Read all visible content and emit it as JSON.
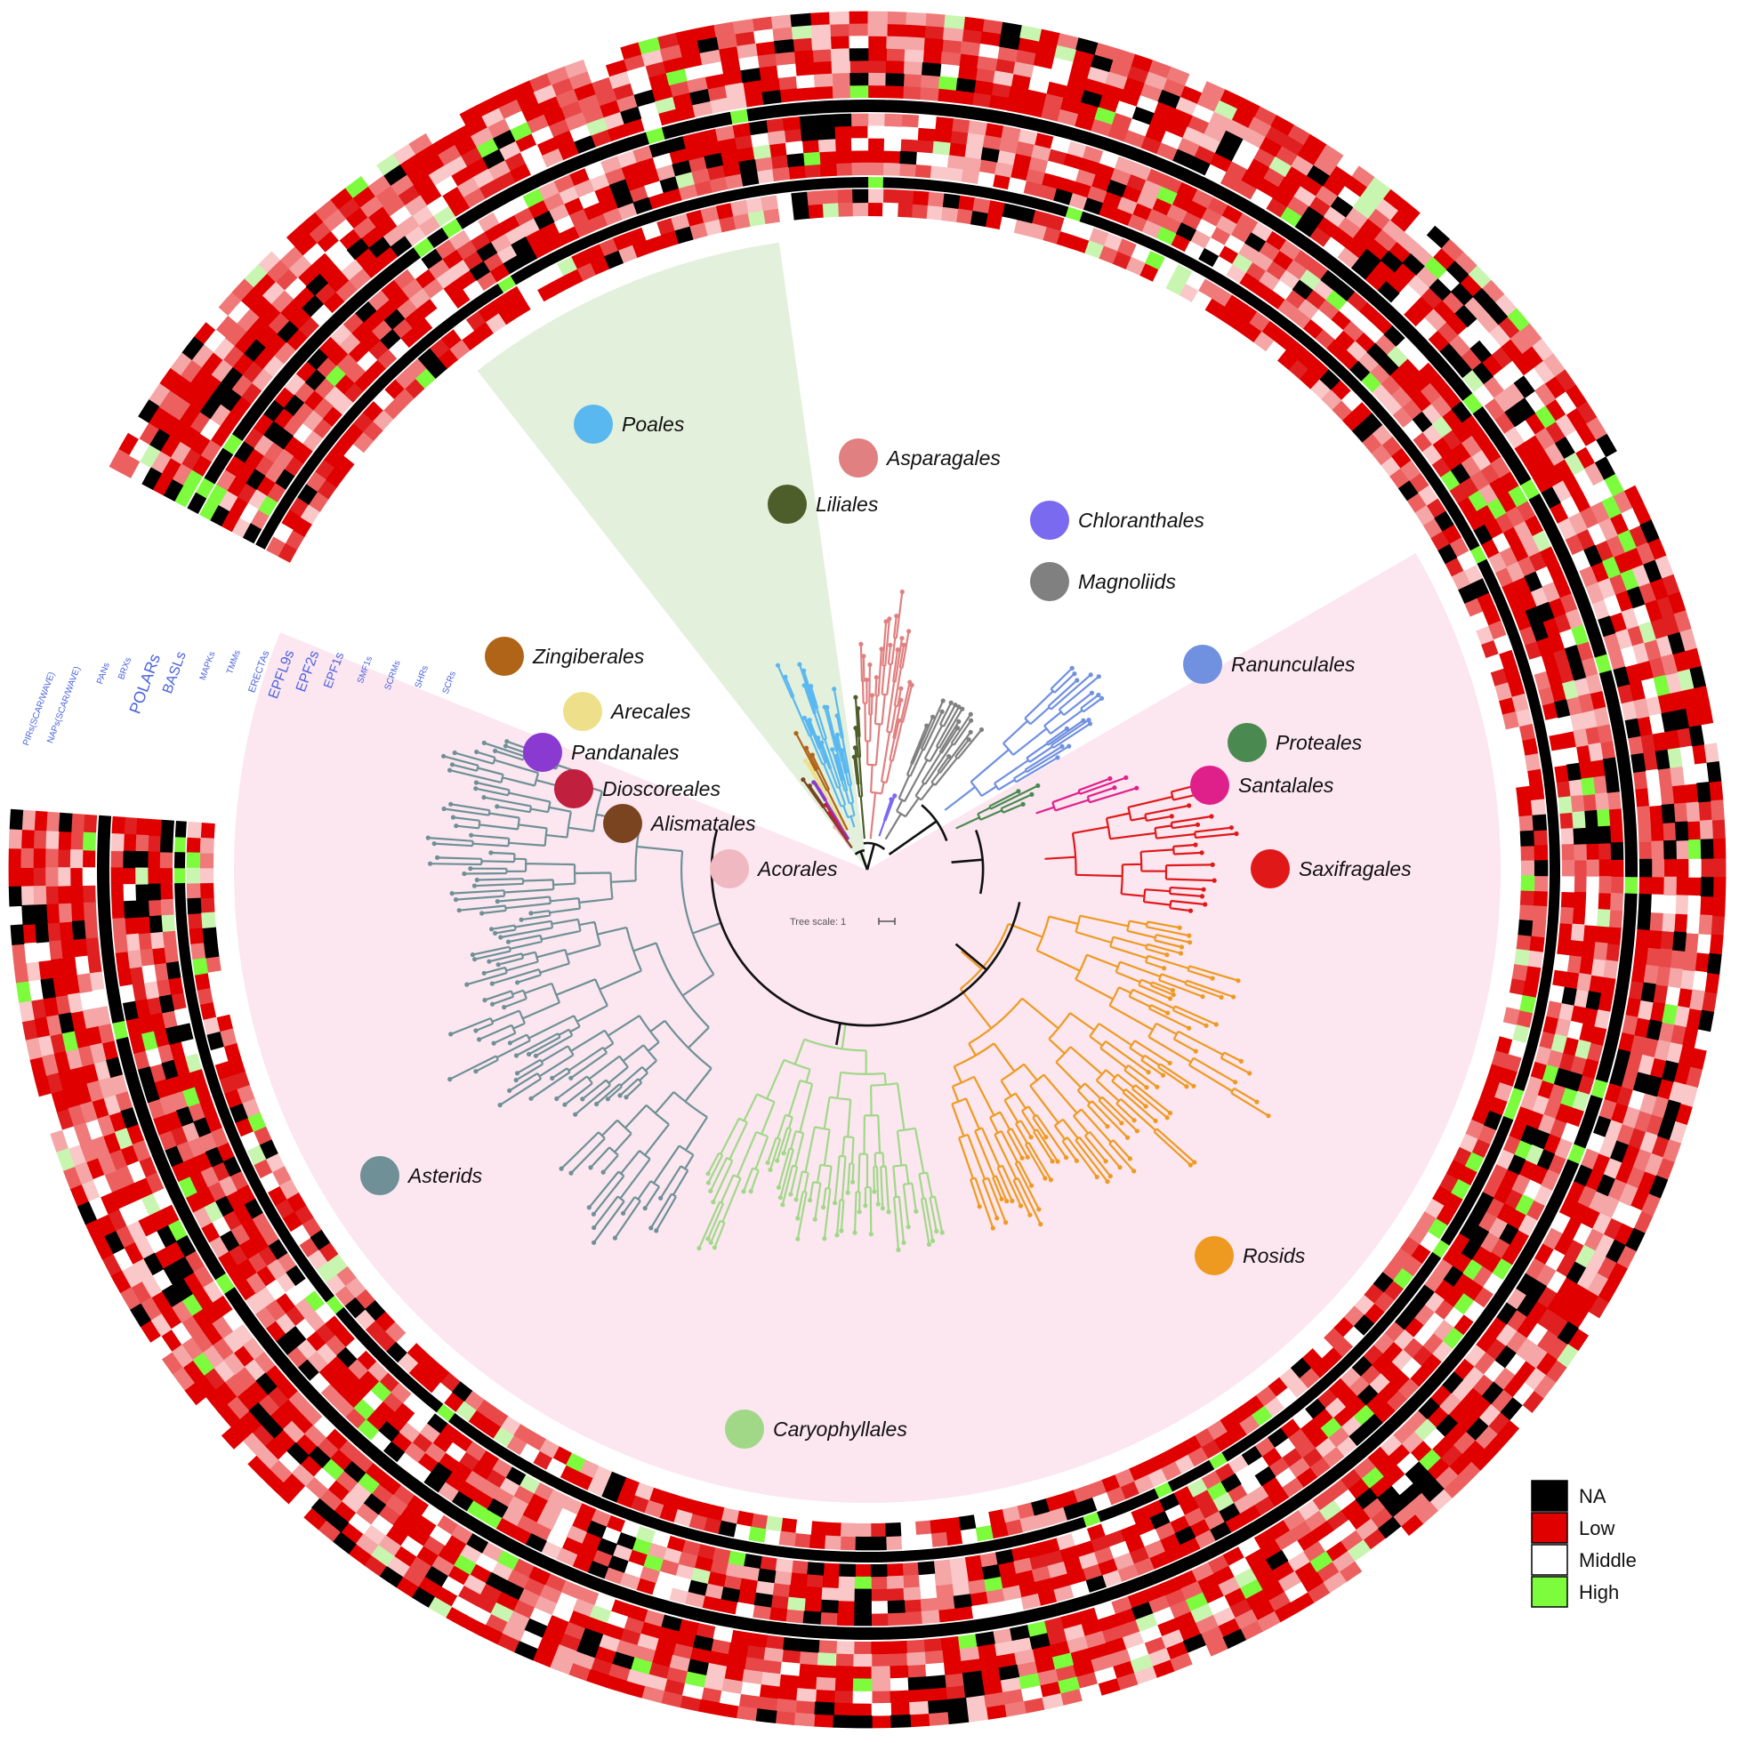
{
  "tree_scale_label": "Tree scale: 1",
  "colors": {
    "na": "#000000",
    "low": "#e00000",
    "middle": "#ffffff",
    "high": "#7cfc3c",
    "monocot_wedge": "#e3f0dc",
    "eudicot_wedge": "#fce6f0"
  },
  "track_labels": [
    "PIRs(SCAR/WAVE)",
    "NAPs(SCAR/WAVE)",
    "PANs",
    "BRXs",
    "POLARs",
    "BASLs",
    "MAPKs",
    "TMMs",
    "ERECTAs",
    "EPFL9s",
    "EPF2s",
    "EPF1s",
    "SMF1s",
    "SCRMs",
    "SHRs",
    "SCRs"
  ],
  "clades": [
    {
      "name": "Poales",
      "color": "#5ab8f0"
    },
    {
      "name": "Asparagales",
      "color": "#e08080"
    },
    {
      "name": "Liliales",
      "color": "#4e5e2a"
    },
    {
      "name": "Chloranthales",
      "color": "#7a6af0"
    },
    {
      "name": "Magnoliids",
      "color": "#808080"
    },
    {
      "name": "Zingiberales",
      "color": "#b06418"
    },
    {
      "name": "Arecales",
      "color": "#eee08a"
    },
    {
      "name": "Pandanales",
      "color": "#8a3ad0"
    },
    {
      "name": "Dioscoreales",
      "color": "#c0203e"
    },
    {
      "name": "Alismatales",
      "color": "#7a4420"
    },
    {
      "name": "Acorales",
      "color": "#f0b8c0"
    },
    {
      "name": "Ranunculales",
      "color": "#7090e0"
    },
    {
      "name": "Proteales",
      "color": "#4a8a50"
    },
    {
      "name": "Santalales",
      "color": "#e0208a"
    },
    {
      "name": "Saxifragales",
      "color": "#e01818"
    },
    {
      "name": "Asterids",
      "color": "#6e9096"
    },
    {
      "name": "Rosids",
      "color": "#ee9a20"
    },
    {
      "name": "Caryophyllales",
      "color": "#a0d888"
    }
  ],
  "legend": [
    {
      "label": "NA",
      "color": "#000000"
    },
    {
      "label": "Low",
      "color": "#e00000"
    },
    {
      "label": "Middle",
      "color": "#ffffff"
    },
    {
      "label": "High",
      "color": "#7cfc3c"
    }
  ]
}
